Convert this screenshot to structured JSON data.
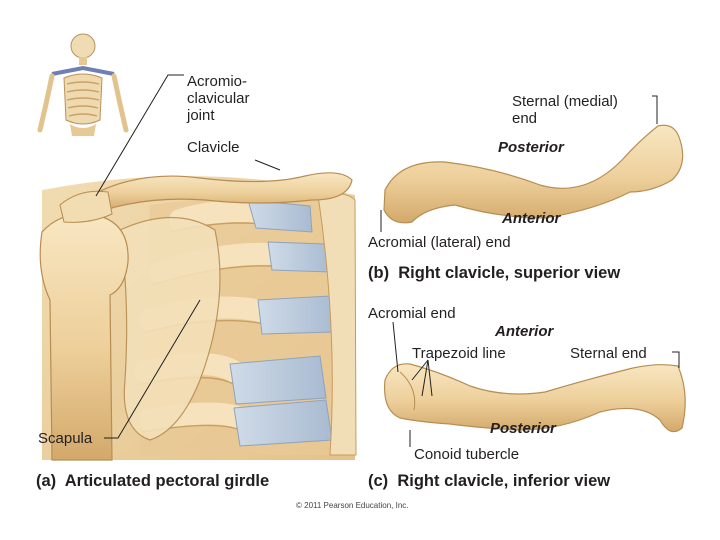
{
  "labels": {
    "acromioclavicular_joint": [
      "Acromio-",
      "clavicular",
      "joint"
    ],
    "clavicle": "Clavicle",
    "scapula": "Scapula",
    "sternal_medial_end": [
      "Sternal (medial)",
      "end"
    ],
    "posterior_b": "Posterior",
    "anterior_b": "Anterior",
    "acromial_lateral_end": "Acromial (lateral) end",
    "acromial_end": "Acromial end",
    "anterior_c": "Anterior",
    "trapezoid_line": "Trapezoid line",
    "sternal_end": "Sternal end",
    "posterior_c": "Posterior",
    "conoid_tubercle": "Conoid tubercle"
  },
  "captions": {
    "a_letter": "(a)",
    "a_text": "Articulated pectoral girdle",
    "b_letter": "(b)",
    "b_text": "Right clavicle, superior view",
    "c_letter": "(c)",
    "c_text": "Right clavicle, inferior view"
  },
  "copyright": "© 2011 Pearson Education, Inc.",
  "colors": {
    "bone": "#edcf9a",
    "bone_dark": "#c79a5c",
    "bone_light": "#f8e7c2",
    "cartilage": "#b9c9dc",
    "text": "#231f20"
  }
}
